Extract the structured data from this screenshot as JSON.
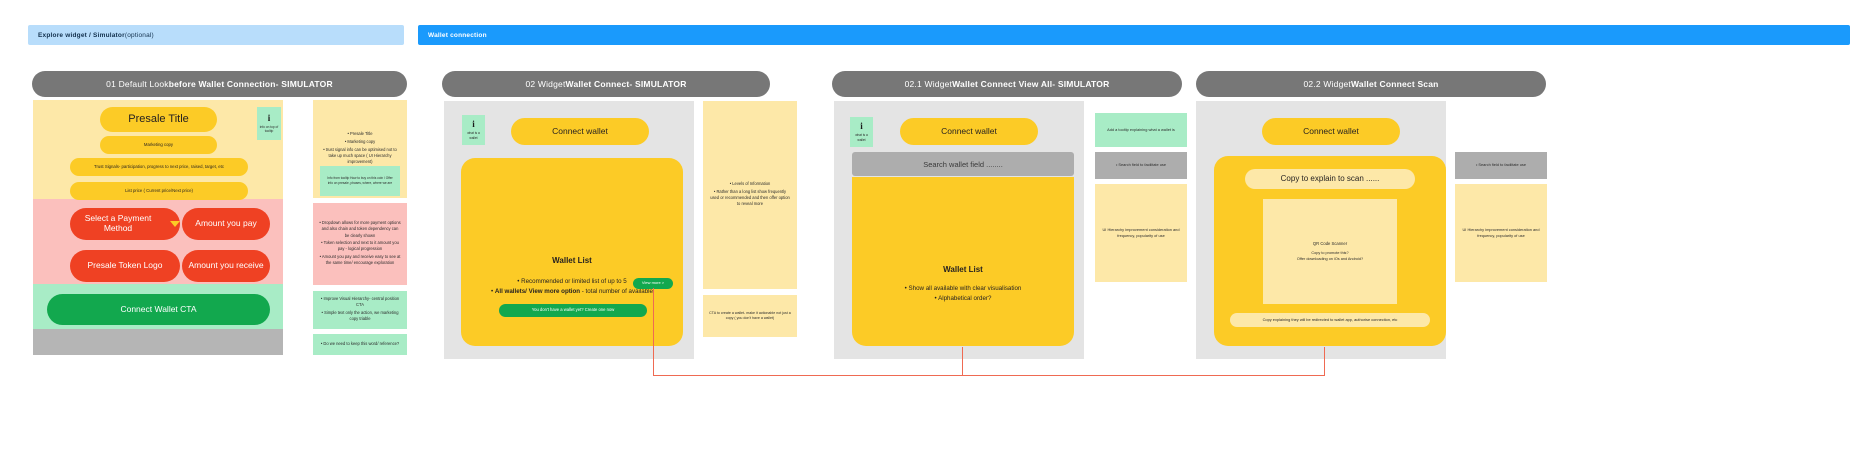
{
  "banners": [
    {
      "strong": "Explore widget / Simulator",
      "regular": " (optional)"
    },
    {
      "strong": "Wallet connection",
      "regular": ""
    }
  ],
  "panels": [
    {
      "id": "panel-01",
      "header_prefix": "01 Default Look ",
      "header_strong": "before Wallet Connection- SIMULATOR",
      "simulator": {
        "presale_title": "Presale Title",
        "marketing_copy": "Marketing copy",
        "trust_signals": "Trust Signals- participation, progress to next price, raised, target, etc",
        "list_price": "List price ( Current price/Next price)",
        "select_payment": "Select a Payment Method",
        "amount_you_pay": "Amount you pay",
        "token_logo": "Presale Token Logo",
        "amount_you_receive": "Amount you receive",
        "connect_cta": "Connect Wallet CTA"
      },
      "info_chip": {
        "glyph": "i",
        "label": "info on top of tooltip"
      },
      "notes": [
        {
          "tone": "cream",
          "items": [
            "Presale Title",
            "Marketing copy",
            "trust signal info can be optimised not to take up much space ( UI Hierarchy improvement)"
          ]
        },
        {
          "tone": "green",
          "text": "Info from tooltip\nHow to buy on this coin / Offer info on presale, phases, where, where we are"
        },
        {
          "tone": "pink",
          "items": [
            "Dropdown allows for more payment options and also chain and token dependency can be clearly shown",
            "Token selection and next to it amount you pay - logical progression",
            "Amount you pay and receive easy to see at the same time/ encourage exploration"
          ]
        },
        {
          "tone": "green",
          "items": [
            "Improve Visual Hierarchy- central position CTA",
            "Simple text only the action, we marketing copy triable"
          ]
        },
        {
          "tone": "green",
          "items": [
            "Do we need to keep this word/ reference?"
          ]
        }
      ]
    },
    {
      "id": "panel-02",
      "header_prefix": "02 Widget ",
      "header_strong": "Wallet Connect- SIMULATOR",
      "connect_wallet": "Connect wallet",
      "wallet_list_title": "Wallet List",
      "wallet_list_bullets_plain": "Recommended or limited list of up to 5",
      "wallet_list_bullets_bold": "All wallets/ View more option",
      "wallet_list_bullets_tail": " - total number of available",
      "view_more": "View more >",
      "no_wallet_cta": "You don't have a wallet yet? Create one now",
      "info_chip": {
        "glyph": "i",
        "label": "what is a wallet"
      },
      "notes": [
        {
          "tone": "cream",
          "items": [
            "Levels of Information",
            "Rather than a long list show frequently used or recommended and then offer option to reveal more"
          ]
        },
        {
          "tone": "green",
          "text": "CTA to create a wallet- make it actionable not just a copy ( you don't have a wallet)"
        }
      ]
    },
    {
      "id": "panel-021",
      "header_prefix": "02.1 Widget ",
      "header_strong": "Wallet Connect View All- SIMULATOR",
      "connect_wallet": "Connect wallet",
      "search_field": "Search wallet  field ........",
      "wallet_list_title": "Wallet List",
      "bullet_1": "Show all available with clear visualisation",
      "bullet_2": "Alphabetical order?",
      "info_chip": {
        "glyph": "i",
        "label": "what is a wallet"
      },
      "notes": [
        {
          "tone": "green",
          "text": "Add a tooltip explaining what a wallet is"
        },
        {
          "tone": "grey",
          "items": [
            "Search field to facilitate use"
          ]
        },
        {
          "tone": "cream",
          "text": "UI Hierarchy improvement consideration and frequency, popularity of use"
        }
      ]
    },
    {
      "id": "panel-022",
      "header_prefix": "02.2 Widget ",
      "header_strong": "Wallet Connect Scan",
      "connect_wallet": "Connect wallet",
      "copy_to_explain": "Copy to explain to scan ......",
      "qr_title": "QR Code Scanner",
      "qr_sub_1": "Copy to promote this?",
      "qr_sub_2": "Offer downloading on iOs and Android?",
      "bottom_copy": "Copy explaining they will be redirected to wallet app, authorise connection,  etc",
      "notes": [
        {
          "tone": "grey",
          "items": [
            "Search field to facilitate use"
          ]
        },
        {
          "tone": "cream",
          "text": "UI Hierarchy improvement consideration and frequency, popularity of use"
        }
      ]
    }
  ],
  "colors": {
    "banner_explore_bg": "#b8ddfb",
    "banner_wallet_bg": "#1a9afc",
    "panel_header_bg": "#777777",
    "panel_body_bg": "#e4e4e4",
    "yellow": "#fccb26",
    "cream": "#fde8a8",
    "pink": "#fbc0bd",
    "red": "#ef4123",
    "green": "#12a84e",
    "mint": "#a8ecc6",
    "grey": "#adadad",
    "connector": "#ef6a52"
  }
}
